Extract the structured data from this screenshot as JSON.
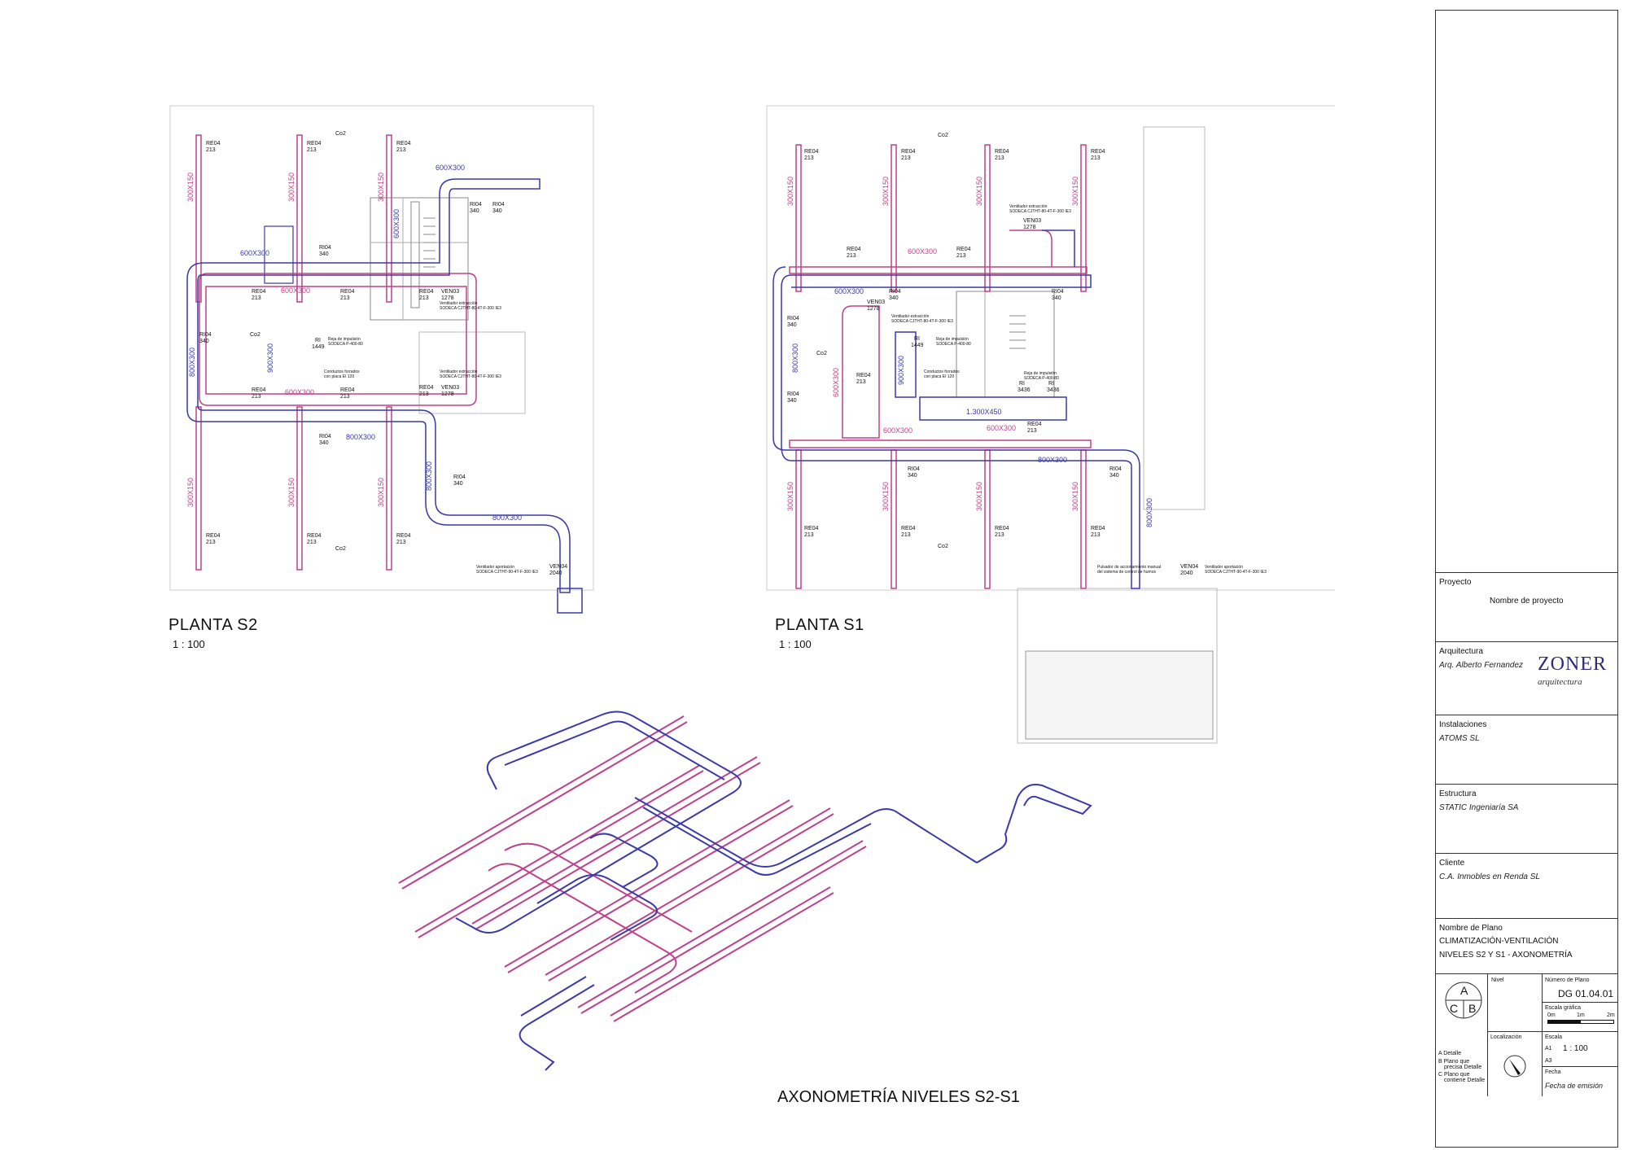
{
  "plans": {
    "s2": {
      "title": "PLANTA S2",
      "scale": "1 : 100"
    },
    "s1": {
      "title": "PLANTA S1",
      "scale": "1 : 100"
    },
    "axo": {
      "title": "AXONOMETRÍA NIVELES S2-S1"
    }
  },
  "labels": {
    "duct_600x300": "600X300",
    "duct_800x300": "800X300",
    "duct_300x150": "300X150",
    "duct_900x300": "900X300",
    "duct_1300x450": "1.300X450",
    "re04": "RE04",
    "ri04": "RI04",
    "v213": "213",
    "v340": "340",
    "co2": "Co2",
    "ri": "RI",
    "v1449": "1449",
    "ven03": "VEN03",
    "v1278": "1278",
    "ven04": "VEN04",
    "v2040": "2040",
    "v3436": "3436",
    "rejilla": "Reja de impulsión",
    "rejilla_model": "SODECA P-400-80",
    "conductos": "Conductos forrados",
    "conductos2": "con placa EI 120",
    "vent_ext": "Ventilador extracción",
    "vent_ext_model": "SODECA CJTHT-80-4T-F-300 IE3",
    "vent_apo": "Ventilador aportación",
    "vent_apo_model": "SODECA CJTHT-90-4T-F-300 IE3",
    "pulsador1": "Pulsador de accionamiento manual",
    "pulsador2": "del sistema de control de humos"
  },
  "title_block": {
    "proyecto_label": "Proyecto",
    "proyecto_value": "Nombre de proyecto",
    "arquitectura_label": "Arquitectura",
    "arquitectura_value": "Arq. Alberto Fernandez",
    "logo_text": "ZONER",
    "logo_sub": "arquitectura",
    "instalaciones_label": "Instalaciones",
    "instalaciones_value": "ATOMS SL",
    "estructura_label": "Estructura",
    "estructura_value": "STATIC Ingeniaría SA",
    "cliente_label": "Cliente",
    "cliente_value": "C.A. Inmobles en Renda SL",
    "nombre_plano_label": "Nombre de Plano",
    "nombre_plano_1": "CLIMATIZACIÓN-VENTILACIÓN",
    "nombre_plano_2": "NIVELES S2 Y S1 - AXONOMETRÍA",
    "detail_a": "A",
    "detail_c": "C",
    "detail_b": "B",
    "nivel_label": "Nivel",
    "numero_label": "Número de Plano",
    "numero_value": "DG 01.04.01",
    "escala_grafica_label": "Escala gráfica",
    "escala_ticks": [
      "0m",
      "1m",
      "2m"
    ],
    "legend_a": "A Detalle",
    "legend_b1": "B Plano que",
    "legend_b2": "precisa Detalle",
    "legend_c1": "C Plano que",
    "legend_c2": "contiene Detalle",
    "localizacion_label": "Localización",
    "escala_label": "Escala",
    "a1": "A1",
    "a1_value": "1 : 100",
    "a3": "A3",
    "fecha_label": "Fecha",
    "fecha_value": "Fecha de emisión"
  },
  "colors": {
    "supply": "#3a3aa8",
    "extract": "#c0408a",
    "line": "#444444"
  }
}
